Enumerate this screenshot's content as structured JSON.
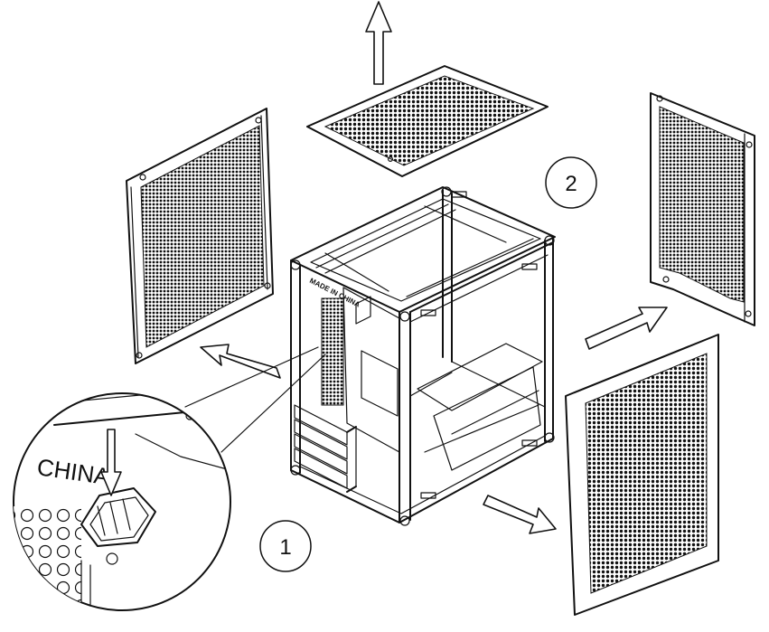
{
  "diagram": {
    "callouts": [
      {
        "id": "step-1",
        "label": "1"
      },
      {
        "id": "step-2",
        "label": "2"
      }
    ],
    "case_text": {
      "made_in_china": "MADE IN CHINA",
      "detail_china": "CHINA"
    },
    "panels": [
      {
        "id": "left",
        "icon": "mesh-side-panel"
      },
      {
        "id": "top",
        "icon": "mesh-top-panel"
      },
      {
        "id": "right-rear",
        "icon": "mesh-side-panel"
      },
      {
        "id": "front",
        "icon": "mesh-front-panel"
      }
    ],
    "arrows": [
      {
        "id": "up",
        "icon": "arrow-up"
      },
      {
        "id": "left",
        "icon": "arrow-left"
      },
      {
        "id": "right-up",
        "icon": "arrow-right-up"
      },
      {
        "id": "right-down",
        "icon": "arrow-right-down"
      },
      {
        "id": "detail-down",
        "icon": "arrow-down"
      }
    ],
    "colors": {
      "line": "#111111",
      "background": "#ffffff"
    }
  }
}
